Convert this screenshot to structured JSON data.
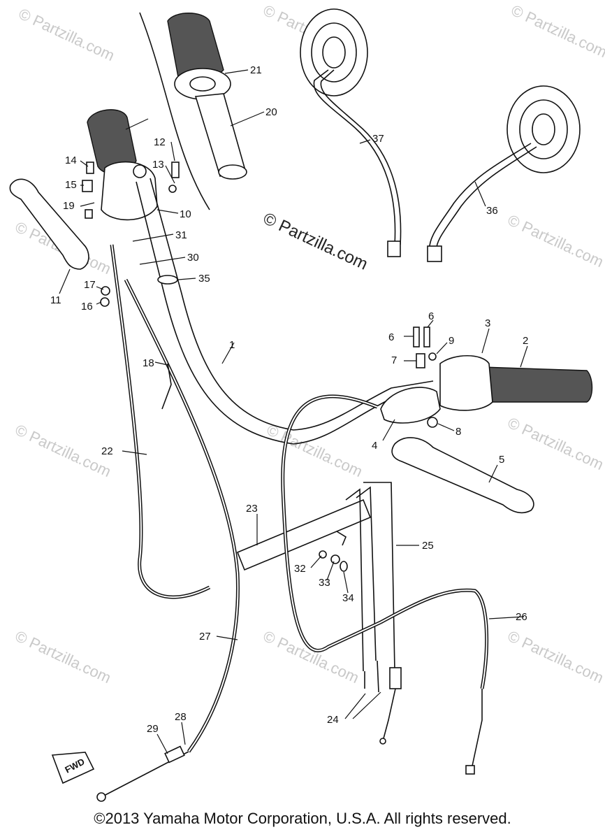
{
  "watermark": "© Partzilla.com",
  "watermark_main": "© Partzilla.com",
  "copyright": "©2013  Yamaha Motor Corporation, U.S.A. All rights reserved.",
  "fwd_label": "FWD",
  "part_labels": [
    "1",
    "2",
    "3",
    "4",
    "5",
    "6",
    "6",
    "7",
    "8",
    "9",
    "10",
    "11",
    "12",
    "13",
    "14",
    "15",
    "16",
    "17",
    "18",
    "19",
    "20",
    "21",
    "22",
    "23",
    "24",
    "25",
    "26",
    "27",
    "28",
    "29",
    "30",
    "31",
    "32",
    "33",
    "34",
    "35",
    "36",
    "37"
  ]
}
